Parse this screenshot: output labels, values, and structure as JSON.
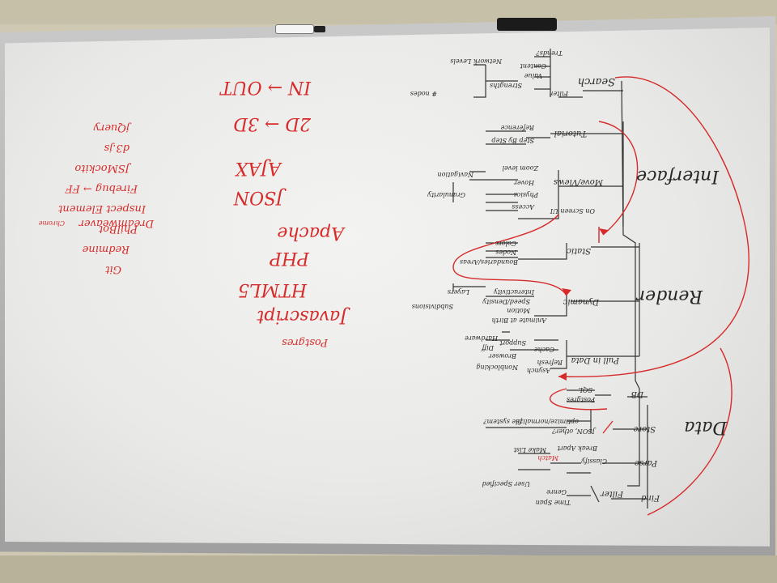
{
  "whiteboard": {
    "brand_mark": "",
    "tree": {
      "root_sections": [
        "Data",
        "Render",
        "Interface",
        "Search"
      ],
      "data": {
        "label": "Data",
        "find": "Find",
        "filter": "Filter",
        "time_span": "Time Span",
        "genre": "Genre",
        "user_specified": "User Specified",
        "parse": "Parse",
        "classify": "Classify",
        "match": "Match",
        "break_apart": "Break Apart",
        "make_list": "Make List",
        "store": "Store",
        "json_other": "JSON, other?",
        "optimize": "optimize/normalize",
        "file_system": "file system?",
        "db": "DB",
        "postgres": "Postgres",
        "sql": "SQL"
      },
      "render": {
        "label": "Render",
        "pull_in_data": "Pull in Data",
        "asynch": "Asynch",
        "refresh": "Refresh",
        "nonblocking": "Nonblocking",
        "cache": "Cache",
        "browser": "Browser",
        "support": "Support",
        "diff": "Diff",
        "hardware": "Hardware",
        "dynamic": "Dynamic",
        "animate_all": "Animate at Birth",
        "motion": "Motion",
        "speed_density": "Speed/Density",
        "subdivisions": "Subdivisions",
        "interactivity": "Interactivity",
        "layers": "Layers",
        "static": "Static",
        "boundaries": "Boundaries/Areas",
        "nodes": "Nodes",
        "colors": "Colors"
      },
      "interface": {
        "label": "Interface",
        "on_screen_ui": "On Screen UI",
        "move_views": "Move/Views",
        "zoom_level": "Zoom level",
        "navigation": "Navigation",
        "hover": "Hover",
        "physics": "Physics",
        "granularity": "Granularity",
        "access": "Access",
        "tutorial": "Tutorial",
        "step_by_step": "Step By Step",
        "reference": "Reference"
      },
      "search": {
        "label": "Search",
        "filter": "Filter",
        "nodes": "# nodes",
        "strengths": "Strengths",
        "value": "Value",
        "content": "Content",
        "network_levels": "Network Levels",
        "trends": "Trends?"
      }
    },
    "tech_stack": {
      "col1": [
        "Apache",
        "PHP",
        "HTML5",
        "Javascript",
        "Postgres"
      ],
      "col2": [
        "JSON",
        "AJAX"
      ],
      "col3": [
        "2D → 3D",
        "IN → OUT"
      ],
      "col4": [
        "jQuery",
        "d3.js",
        "JSMockito",
        "Firebug → FF",
        "Inspect Element",
        "Chrome",
        "PhilBot",
        "Redmine",
        "Git",
        "Dreamweaver"
      ]
    },
    "colors": {
      "ink_black": "#262626",
      "ink_red": "#d62b2b",
      "board": "#eeeeec",
      "frame": "#b4b4b4"
    }
  }
}
